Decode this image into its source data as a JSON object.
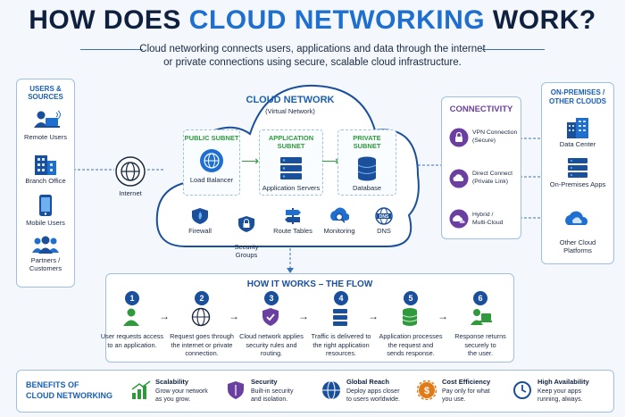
{
  "title": {
    "part1": "HOW DOES ",
    "highlight": "CLOUD NETWORKING",
    "part2": " WORK?"
  },
  "subtitle": {
    "line1": "Cloud networking connects users, applications and data through the internet",
    "line2": "or private connections using secure, scalable cloud infrastructure."
  },
  "users": {
    "title": "USERS & SOURCES",
    "items": [
      "Remote Users",
      "Branch Office",
      "Mobile Users",
      "Partners / Customers"
    ]
  },
  "internet": {
    "label": "Internet"
  },
  "cloud": {
    "title": "CLOUD NETWORK",
    "subtitle": "(Virtual Network)",
    "subnets": [
      {
        "title": "PUBLIC SUBNET",
        "label": "Load Balancer"
      },
      {
        "title": "APPLICATION SUBNET",
        "label": "Application Servers"
      },
      {
        "title": "PRIVATE SUBNET",
        "label": "Database"
      }
    ],
    "services": [
      "Firewall",
      "Security\nGroups",
      "Route Tables",
      "Monitoring",
      "DNS"
    ]
  },
  "connectivity": {
    "title": "CONNECTIVITY",
    "items": [
      "VPN Connection\n(Secure)",
      "Direct Connect\n(Private Link)",
      "Hybrid /\nMulti-Cloud"
    ]
  },
  "onprem": {
    "title": "ON-PREMISES /\nOTHER CLOUDS",
    "items": [
      "Data Center",
      "On-Premises Apps",
      "Other Cloud\nPlatforms"
    ]
  },
  "flow": {
    "title": "HOW IT WORKS – THE FLOW",
    "steps": [
      {
        "num": "1",
        "text": "User requests access\nto an application."
      },
      {
        "num": "2",
        "text": "Request goes through\nthe internet or private\nconnection."
      },
      {
        "num": "3",
        "text": "Cloud network applies\nsecurity rules and\nrouting."
      },
      {
        "num": "4",
        "text": "Traffic is delivered to\nthe right application\nresources."
      },
      {
        "num": "5",
        "text": "Application processes\nthe request and\nsends response."
      },
      {
        "num": "6",
        "text": "Response returns\nsecurely to\nthe user."
      }
    ]
  },
  "benefits": {
    "title": "BENEFITS OF\nCLOUD NETWORKING",
    "items": [
      {
        "head": "Scalability",
        "text": "Grow your network\nas you grow."
      },
      {
        "head": "Security",
        "text": "Built-in security\nand isolation."
      },
      {
        "head": "Global Reach",
        "text": "Deploy apps closer\nto users worldwide."
      },
      {
        "head": "Cost Efficiency",
        "text": "Pay only for what\nyou use."
      },
      {
        "head": "High Availability",
        "text": "Keep your apps\nrunning, always."
      }
    ]
  },
  "colors": {
    "primary": "#1a5fb4",
    "accent": "#1e6fd0",
    "green": "#2e9a3c",
    "purple": "#6b3fa0",
    "orange": "#e07b1a",
    "dark": "#10213f"
  }
}
